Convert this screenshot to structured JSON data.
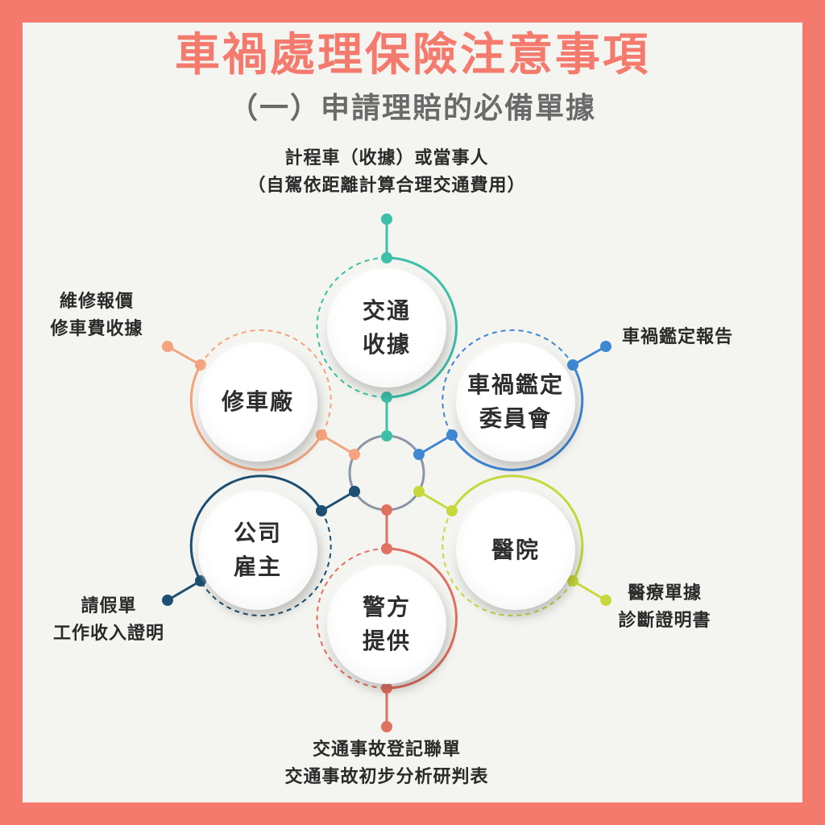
{
  "title": "車禍處理保險注意事項",
  "subtitle": "（一）申請理賠的必備單據",
  "colors": {
    "frame": "#f47a6e",
    "teal": "#3dbfa8",
    "blue": "#3e87d3",
    "lime": "#c6d83a",
    "red": "#e07060",
    "navy": "#1d4f72",
    "peach": "#f5a27e",
    "hub": "#8a96a6"
  },
  "nodes": {
    "top": {
      "line1": "交通",
      "line2": "收據"
    },
    "upper_right": {
      "line1": "車禍鑑定",
      "line2": "委員會"
    },
    "lower_right": {
      "line1": "醫院"
    },
    "bottom": {
      "line1": "警方",
      "line2": "提供"
    },
    "lower_left": {
      "line1": "公司",
      "line2": "雇主"
    },
    "upper_left": {
      "line1": "修車廠"
    }
  },
  "labels": {
    "top": {
      "line1": "計程車（收據）或當事人",
      "line2": "（自駕依距離計算合理交通費用）"
    },
    "upper_right": {
      "line1": "車禍鑑定報告"
    },
    "lower_right": {
      "line1": "醫療單據",
      "line2": "診斷證明書"
    },
    "bottom": {
      "line1": "交通事故登記聯單",
      "line2": "交通事故初步分析研判表"
    },
    "lower_left": {
      "line1": "請假單",
      "line2": "工作收入證明"
    },
    "upper_left": {
      "line1": "維修報價",
      "line2": "修車費收據"
    }
  }
}
